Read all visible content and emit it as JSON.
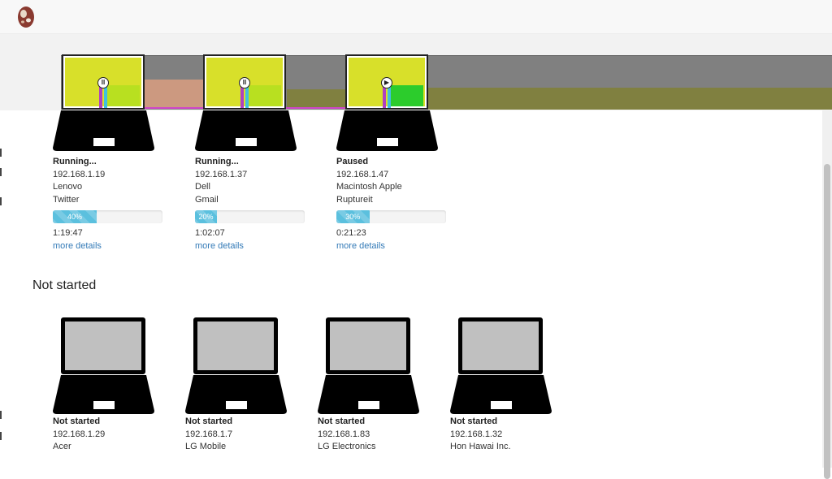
{
  "colors": {
    "accent": "#5bc0de",
    "link": "#337ab7",
    "screen_active": "#d8e02a",
    "strip": "#808080"
  },
  "header": {
    "logo_icon": "easter-egg-logo-icon"
  },
  "active_devices": [
    {
      "status": "Running...",
      "ip": "192.168.1.19",
      "brand": "Lenovo",
      "app": "Twitter",
      "progress": 40,
      "progress_label": "40%",
      "time": "1:19:47",
      "link": "more details"
    },
    {
      "status": "Running...",
      "ip": "192.168.1.37",
      "brand": "Dell",
      "app": "Gmail",
      "progress": 20,
      "progress_label": "20%",
      "time": "1:02:07",
      "link": "more details"
    },
    {
      "status": "Paused",
      "ip": "192.168.1.47",
      "brand": "Macintosh Apple",
      "app": "Ruptureit",
      "progress": 30,
      "progress_label": "30%",
      "time": "0:21:23",
      "link": "more details"
    }
  ],
  "not_started": {
    "title": "Not started",
    "devices": [
      {
        "status": "Not started",
        "ip": "192.168.1.29",
        "brand": "Acer"
      },
      {
        "status": "Not started",
        "ip": "192.168.1.7",
        "brand": "LG Mobile"
      },
      {
        "status": "Not started",
        "ip": "192.168.1.83",
        "brand": "LG Electronics"
      },
      {
        "status": "Not started",
        "ip": "192.168.1.32",
        "brand": "Hon Hawai Inc."
      }
    ]
  }
}
